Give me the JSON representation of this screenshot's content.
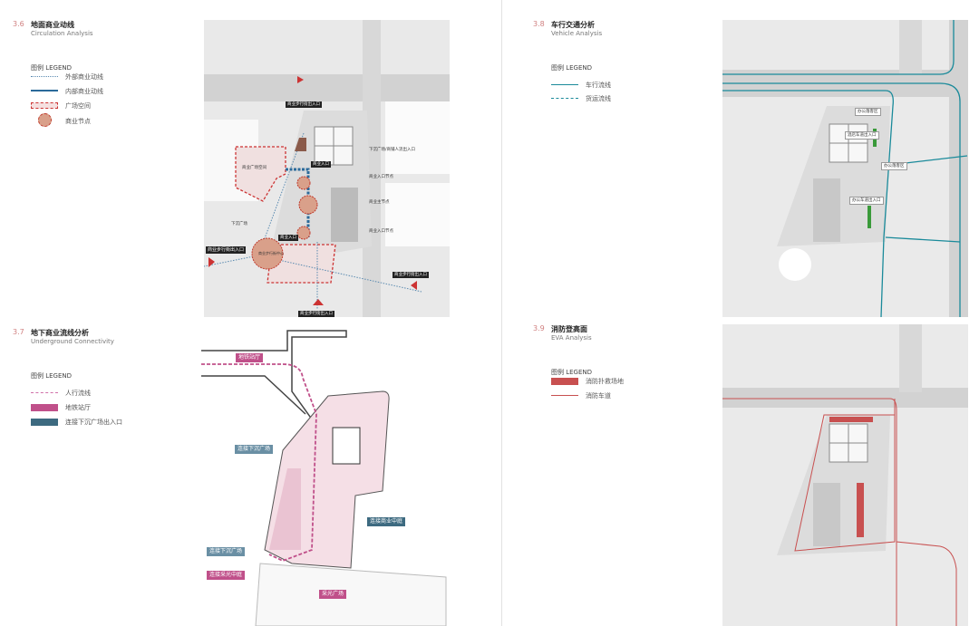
{
  "sections": [
    {
      "num": "3.6",
      "title": "地面商业动线",
      "subtitle": "Circulation Analysis",
      "legend_title": "图例 LEGEND",
      "legend": [
        {
          "label": "外部商业动线",
          "icon": "dotted-line",
          "color": "#5a8ab0"
        },
        {
          "label": "内部商业动线",
          "icon": "solid-line",
          "color": "#2b6a9a"
        },
        {
          "label": "广场空间",
          "icon": "dashed-rect",
          "color": "#cc3333"
        },
        {
          "label": "商业节点",
          "icon": "circle",
          "color": "#d9a08a"
        }
      ],
      "labels": [
        "商业步行街出入口",
        "下沉广场/商铺人流出入口",
        "商业入口",
        "商业广场空间",
        "商业入口节点",
        "商业主节点",
        "商业入口节点",
        "下沉广场",
        "商业入口",
        "商业步行街中心",
        "商业步行街出入口",
        "商业步行街出入口",
        "商业步行街出入口"
      ]
    },
    {
      "num": "3.7",
      "title": "地下商业流线分析",
      "subtitle": "Underground Connectivity",
      "legend_title": "图例 LEGEND",
      "legend": [
        {
          "label": "人行流线",
          "icon": "dashed-line",
          "color": "#d070a8"
        },
        {
          "label": "地铁站厅",
          "icon": "bar",
          "color": "#c0508a"
        },
        {
          "label": "连接下沉广场出入口",
          "icon": "bar",
          "color": "#3d6a80"
        }
      ],
      "labels": [
        "地铁站厅",
        "连接下沉广场",
        "连接商业中庭",
        "连接下沉广场",
        "连接采光中庭",
        "采光广场"
      ]
    },
    {
      "num": "3.8",
      "title": "车行交通分析",
      "subtitle": "Vehicle Analysis",
      "legend_title": "图例 LEGEND",
      "legend": [
        {
          "label": "车行流线",
          "icon": "solid-line",
          "color": "#1a8a9a"
        },
        {
          "label": "货运流线",
          "icon": "dashed-line",
          "color": "#1a8a9a"
        }
      ],
      "labels": [
        "办公落客区",
        "酒店车道出入口",
        "办公落客区",
        "办公车道出入口"
      ]
    },
    {
      "num": "3.9",
      "title": "消防登高面",
      "subtitle": "EVA Analysis",
      "legend_title": "图例 LEGEND",
      "legend": [
        {
          "label": "消防扑救场地",
          "icon": "bar",
          "color": "#c85050"
        },
        {
          "label": "消防车道",
          "icon": "solid-line",
          "color": "#c85050"
        }
      ]
    }
  ]
}
